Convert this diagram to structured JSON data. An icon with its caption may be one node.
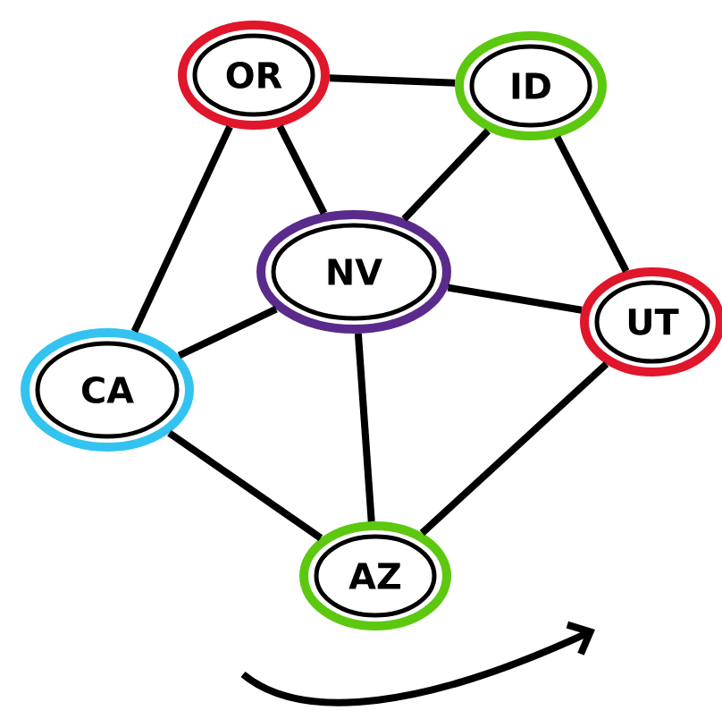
{
  "diagram": {
    "nodes": [
      {
        "text": [
          "OR"
        ]
      },
      {
        "text": [
          "ID"
        ]
      },
      {
        "text": [
          "NV"
        ]
      },
      {
        "text": [
          "UT"
        ]
      },
      {
        "text": [
          "CA"
        ]
      },
      {
        "text": [
          "AZ"
        ]
      }
    ],
    "edges": [
      {
        "from": 0,
        "to": 1,
        "arrow": "none"
      },
      {
        "from": 0,
        "to": 2,
        "arrow": "none"
      },
      {
        "from": 0,
        "to": 4,
        "arrow": "none"
      },
      {
        "from": 1,
        "to": 2,
        "arrow": "none"
      },
      {
        "from": 1,
        "to": 3,
        "arrow": "none"
      },
      {
        "from": 2,
        "to": 3,
        "arrow": "none"
      },
      {
        "from": 2,
        "to": 4,
        "arrow": "none"
      },
      {
        "from": 2,
        "to": 5,
        "arrow": "none"
      },
      {
        "from": 4,
        "to": 5,
        "arrow": "none"
      },
      {
        "from": 3,
        "to": 5,
        "arrow": "none"
      }
    ]
  }
}
